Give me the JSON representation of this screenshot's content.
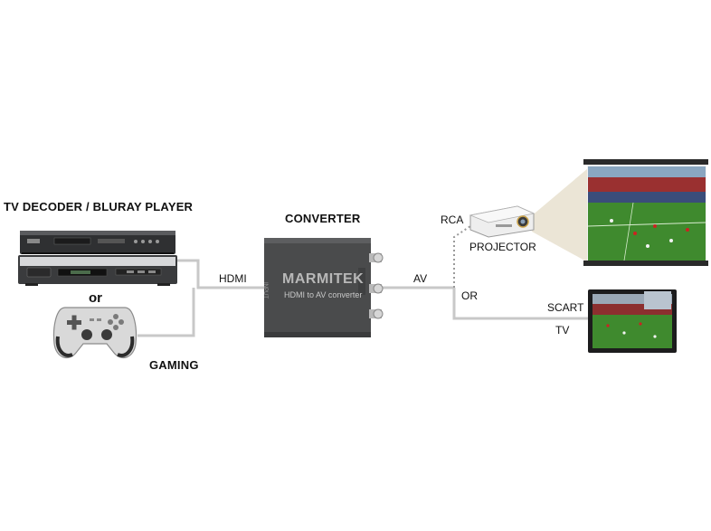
{
  "labels": {
    "source_title": "TV DECODER / BLURAY PLAYER",
    "or_small": "or",
    "gaming": "GAMING",
    "converter_title": "CONVERTER",
    "hdmi": "HDMI",
    "av": "AV",
    "rca": "RCA",
    "projector": "PROJECTOR",
    "or_caps": "OR",
    "scart": "SCART",
    "tv": "TV"
  },
  "devices": {
    "converter": {
      "brand": "MARMITEK",
      "model": "HDMI to AV converter",
      "input_label": "INPUT"
    }
  },
  "icons": {
    "decoder": "set-top-box-icon",
    "bluray": "bluray-player-icon",
    "gamepad": "gamepad-icon",
    "converter": "converter-box-icon",
    "projector": "projector-icon",
    "screen": "projection-screen-icon",
    "tv": "flat-tv-icon"
  },
  "colors": {
    "cable": "#c8c8c8",
    "cable_dotted": "#9a9a9a",
    "device_dark": "#3a3b3d",
    "converter_body": "#4a4b4c",
    "pitch_green": "#3f8a2e",
    "beam": "#e8e0cf"
  }
}
